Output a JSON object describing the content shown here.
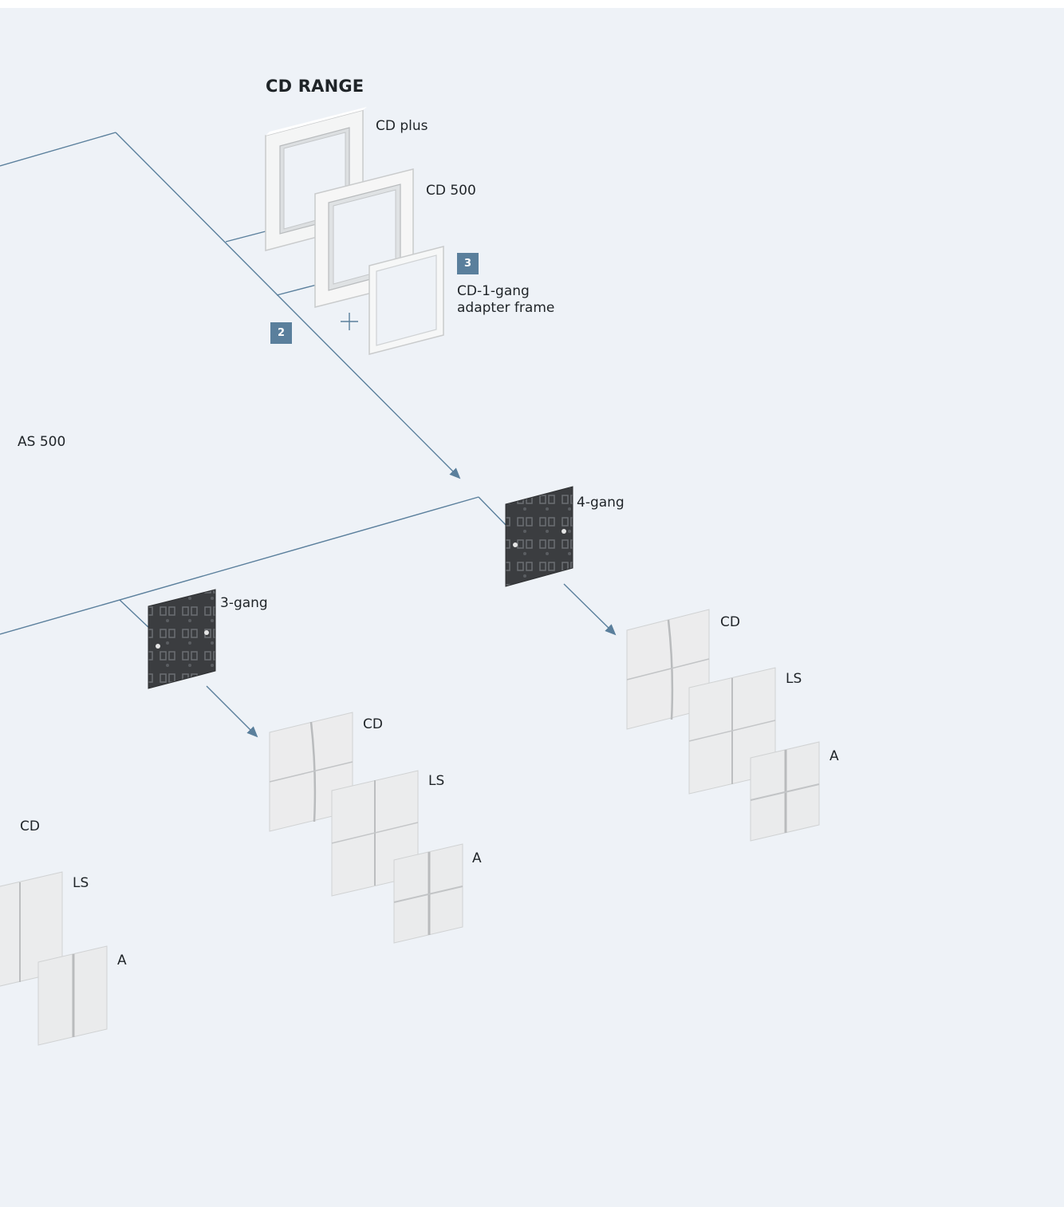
{
  "range": {
    "title": "CD RANGE"
  },
  "frames": {
    "cd_plus": "CD plus",
    "cd_500": "CD 500",
    "adapter_line1": "CD-1-gang",
    "adapter_line2": "adapter frame"
  },
  "badges": {
    "two": "2",
    "three": "3"
  },
  "left": {
    "as500": "AS 500",
    "cd": "CD",
    "ls": "LS",
    "a": "A"
  },
  "mech_3gang": {
    "label": "3-gang",
    "cd": "CD",
    "ls": "LS",
    "a": "A"
  },
  "mech_4gang": {
    "label": "4-gang",
    "cd": "CD",
    "ls": "LS",
    "a": "A"
  },
  "colors": {
    "line": "#5a7f9c",
    "badge": "#5a7f9c",
    "background": "#eef2f7",
    "mechanism": "#3b3d40",
    "cover": "#eceded"
  }
}
